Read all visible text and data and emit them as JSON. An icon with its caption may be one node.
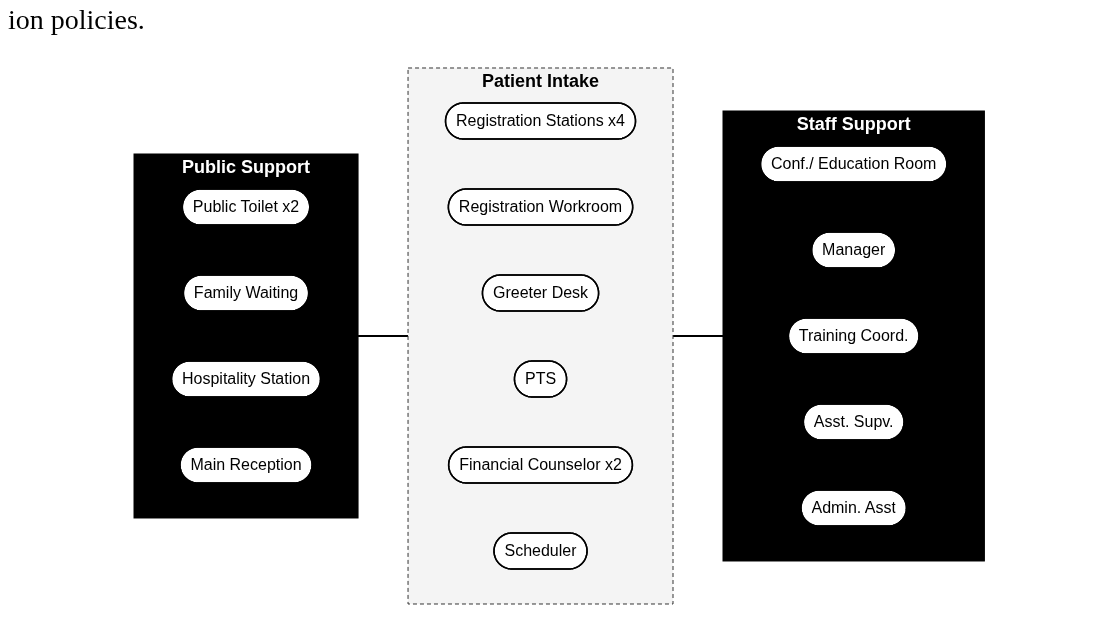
{
  "diagram": {
    "nodes": [
      {
        "text": [
          "Patient Intake"
        ]
      },
      {
        "text": [
          "Registration Stations x4"
        ],
        "in": 0
      },
      {
        "text": [
          "Registration Workroom"
        ],
        "in": 0
      },
      {
        "text": [
          "Greeter Desk"
        ],
        "in": 0
      },
      {
        "text": [
          "PTS"
        ],
        "in": 0
      },
      {
        "text": [
          "Financial Counselor x2"
        ],
        "in": 0
      },
      {
        "text": [
          "Scheduler"
        ],
        "in": 0
      },
      {
        "text": [
          "Public Support"
        ]
      },
      {
        "text": [
          "Public Toilet x2"
        ],
        "in": 7
      },
      {
        "text": [
          "Family Waiting"
        ],
        "in": 7
      },
      {
        "text": [
          "Hospitality Station"
        ],
        "in": 7
      },
      {
        "text": [
          "Main Reception"
        ],
        "in": 7
      },
      {
        "text": [
          "Staff Support"
        ]
      },
      {
        "text": [
          "Conf./ Education Room"
        ],
        "in": 12
      },
      {
        "text": [
          "Manager"
        ],
        "in": 12
      },
      {
        "text": [
          "Training Coord."
        ],
        "in": 12
      },
      {
        "text": [
          "Asst. Supv."
        ],
        "in": 12
      },
      {
        "text": [
          "Admin. Asst"
        ],
        "in": 12
      }
    ],
    "edges": [
      {
        "from": 7,
        "to": 0,
        "arrow": "none"
      },
      {
        "from": 0,
        "to": 12,
        "arrow": "none"
      }
    ],
    "labels": [
      "ion policies."
    ]
  }
}
